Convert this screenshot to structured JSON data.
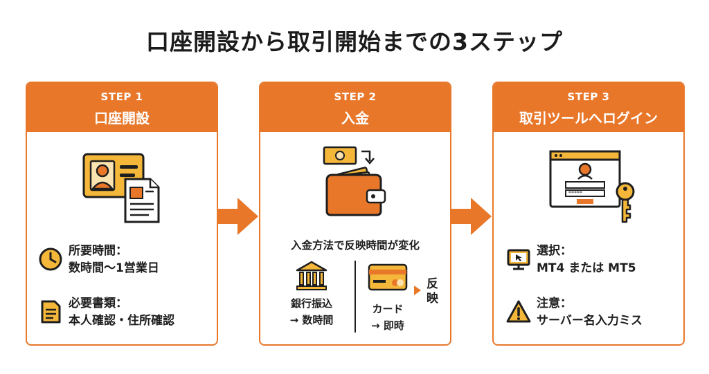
{
  "title": "口座開設から取引開始までの3ステップ",
  "steps": [
    {
      "label": "STEP 1",
      "title": "口座開設",
      "icon": "id-card-document-icon",
      "info": [
        {
          "icon": "clock-icon",
          "line1": "所要時間：",
          "line2": "数時間〜1営業日"
        },
        {
          "icon": "document-icon",
          "line1": "必要書類：",
          "line2": "本人確認・住所確認"
        }
      ]
    },
    {
      "label": "STEP 2",
      "title": "入金",
      "icon": "wallet-money-icon",
      "note": "入金方法で反映時間が変化",
      "bank": {
        "icon": "bank-icon",
        "line1": "銀行振込",
        "line2": "→ 数時間"
      },
      "card": {
        "icon": "credit-card-icon",
        "line1": "カード",
        "line2": "→ 即時"
      },
      "reflect": "反映"
    },
    {
      "label": "STEP 3",
      "title": "取引ツールへログイン",
      "icon": "login-window-key-icon",
      "info": [
        {
          "icon": "monitor-icon",
          "line1": "選択：",
          "line2": "MT4 または MT5"
        },
        {
          "icon": "warning-icon",
          "line1": "注意：",
          "line2": "サーバー名入力ミス"
        }
      ]
    }
  ],
  "colors": {
    "accent": "#e8772a",
    "yellow": "#f4b73a",
    "text": "#1e1e1e"
  }
}
